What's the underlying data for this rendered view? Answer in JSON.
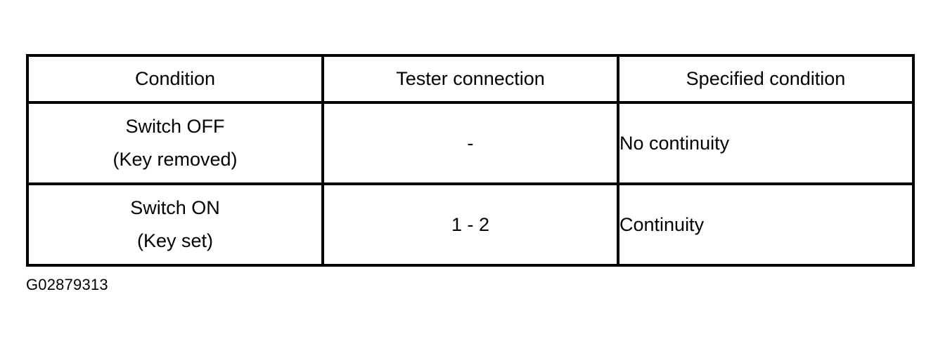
{
  "figure": {
    "id_label": "G02879313"
  },
  "table": {
    "columns": [
      {
        "key": "condition",
        "header": "Condition",
        "align": "center"
      },
      {
        "key": "tester_connection",
        "header": "Tester connection",
        "align": "center"
      },
      {
        "key": "specified_condition",
        "header": "Specified condition",
        "align": "left"
      }
    ],
    "rows": [
      {
        "condition_line1": "Switch OFF",
        "condition_line2": "(Key removed)",
        "tester_connection": "-",
        "specified_condition": "No continuity"
      },
      {
        "condition_line1": "Switch ON",
        "condition_line2": "(Key set)",
        "tester_connection": "1 - 2",
        "specified_condition": "Continuity"
      }
    ]
  },
  "style": {
    "border_color": "#000000",
    "background_color": "#ffffff",
    "text_color": "#000000"
  }
}
